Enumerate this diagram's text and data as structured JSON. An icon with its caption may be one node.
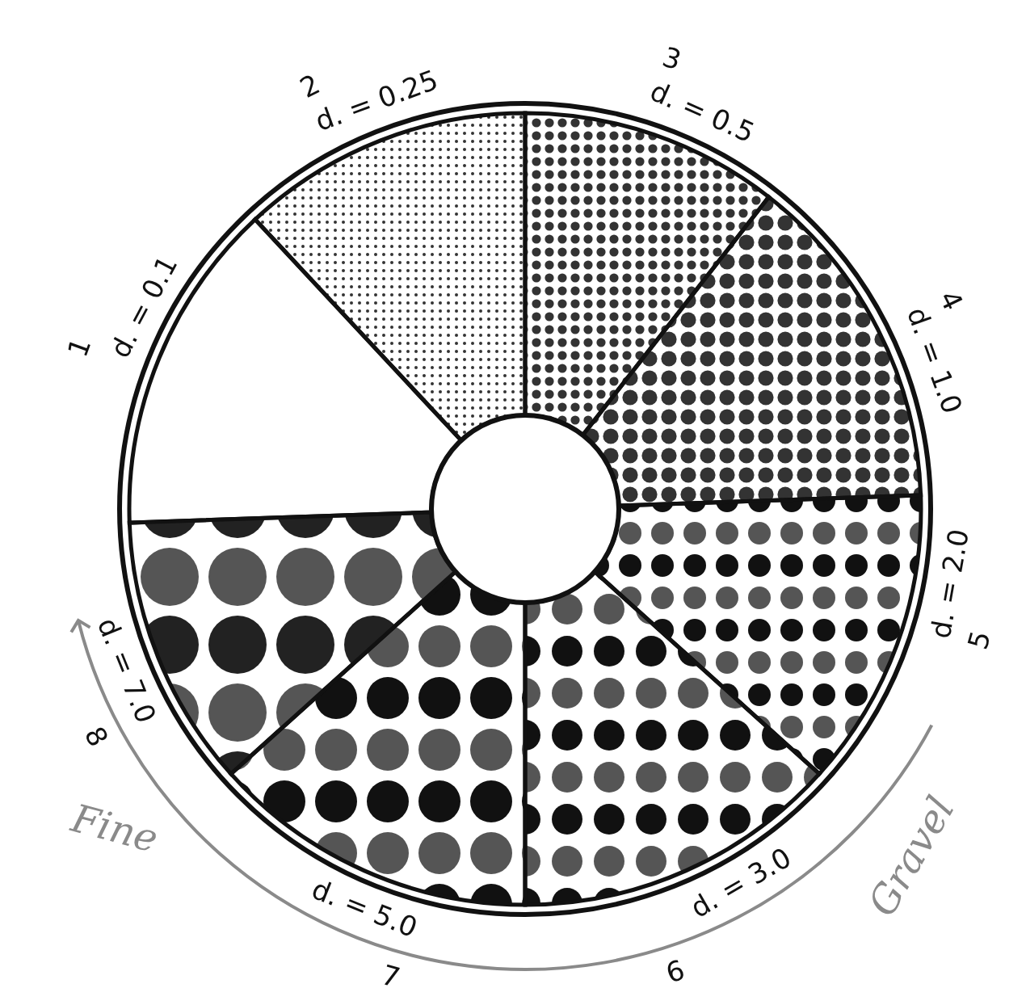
{
  "diagram": {
    "labels": [
      "1",
      "d. = 0.1",
      "2",
      "d. = 0.25",
      "3",
      "d. = 0.5",
      "4",
      "d. = 1.0",
      "5",
      "d. = 2.0",
      "6",
      "d. = 3.0",
      "7",
      "d. = 5.0",
      "8",
      "d. = 7.0",
      "Fine",
      "Gravel"
    ]
  }
}
